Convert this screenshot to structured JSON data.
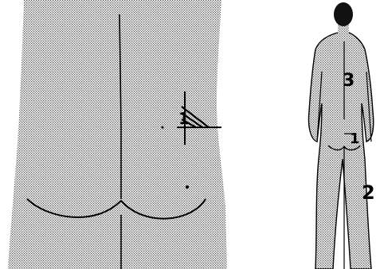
{
  "labels": {
    "closeup_marker": "1",
    "figure_marker_1": "1",
    "figure_marker_2": "2",
    "figure_marker_3": "3"
  },
  "colors": {
    "ink": "#000000",
    "skin_stipple": "#8a8a8a",
    "hair": "#111111",
    "background": "#ffffff"
  }
}
